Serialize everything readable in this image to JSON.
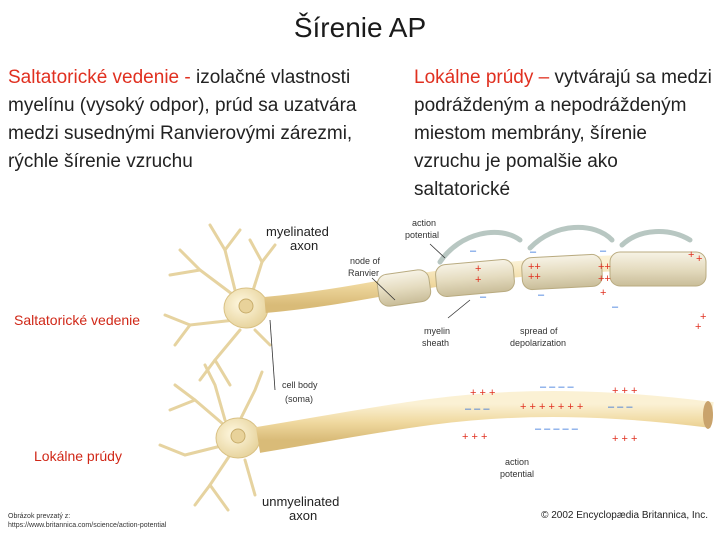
{
  "title": "Šírenie AP",
  "left_text": {
    "term": "Saltatorické vedenie -",
    "body": " izolačné vlastnosti myelínu (vysoký odpor), prúd sa uzatvára medzi susednými Ranvierovými zárezmi, rýchle šírenie vzruchu"
  },
  "right_text": {
    "term": "Lokálne prúdy –",
    "body": " vytvárajú sa medzi podráždeným a nepodráždeným miestom membrány, šírenie vzruchu je pomalšie ako saltatorické"
  },
  "diagram": {
    "myelinated_axon_line1": "myelinated",
    "myelinated_axon_line2": "axon",
    "action_potential_top_line1": "action",
    "action_potential_top_line2": "potential",
    "node_of_ranvier_line1": "node of",
    "node_of_ranvier_line2": "Ranvier",
    "myelin_sheath_line1": "myelin",
    "myelin_sheath_line2": "sheath",
    "spread_line1": "spread of",
    "spread_line2": "depolarization",
    "cell_body_line1": "cell body",
    "cell_body_line2": "(soma)",
    "action_potential_bottom_line1": "action",
    "action_potential_bottom_line2": "potential",
    "unmyelinated_axon_line1": "unmyelinated",
    "unmyelinated_axon_line2": "axon"
  },
  "side_labels": {
    "saltatory": "Saltatorické vedenie",
    "local": "Lokálne prúdy"
  },
  "source": {
    "line1": "Obrázok prevzatý z:",
    "line2": "https://www.britannica.com/science/action-potential"
  },
  "copyright": "© 2002 Encyclopædia Britannica, Inc.",
  "colors": {
    "accent_red": "#e03020",
    "axon_fill": "#f1dfb0",
    "myelin_fill": "#ece4c8",
    "neuron_fill": "#f3e6bf"
  }
}
